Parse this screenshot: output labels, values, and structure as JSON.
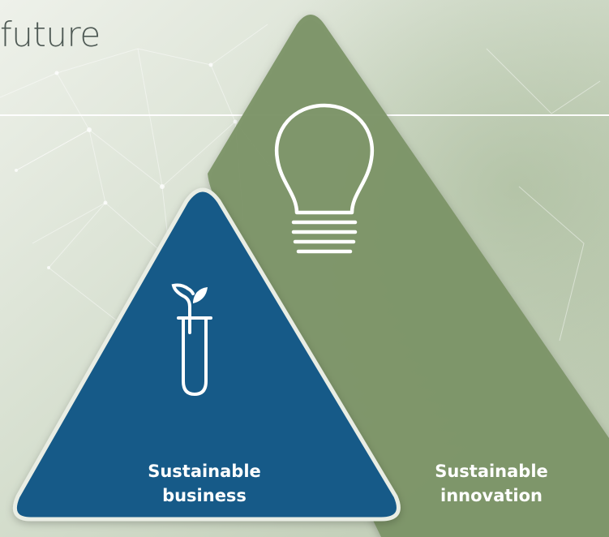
{
  "heading": {
    "text": "future"
  },
  "diagram": {
    "pillars": [
      {
        "id": "business",
        "label_line1": "Sustainable",
        "label_line2": "business",
        "icon": "sprout-test-tube-icon",
        "color": "#155a88"
      },
      {
        "id": "innovation",
        "label_line1": "Sustainable",
        "label_line2": "innovation",
        "icon": "lightbulb-icon",
        "color": "#7d9568"
      }
    ]
  },
  "colors": {
    "background": "#dfe5d9",
    "heading_text": "#4f5a55",
    "rule": "#ffffff",
    "icon_stroke": "#ffffff"
  }
}
